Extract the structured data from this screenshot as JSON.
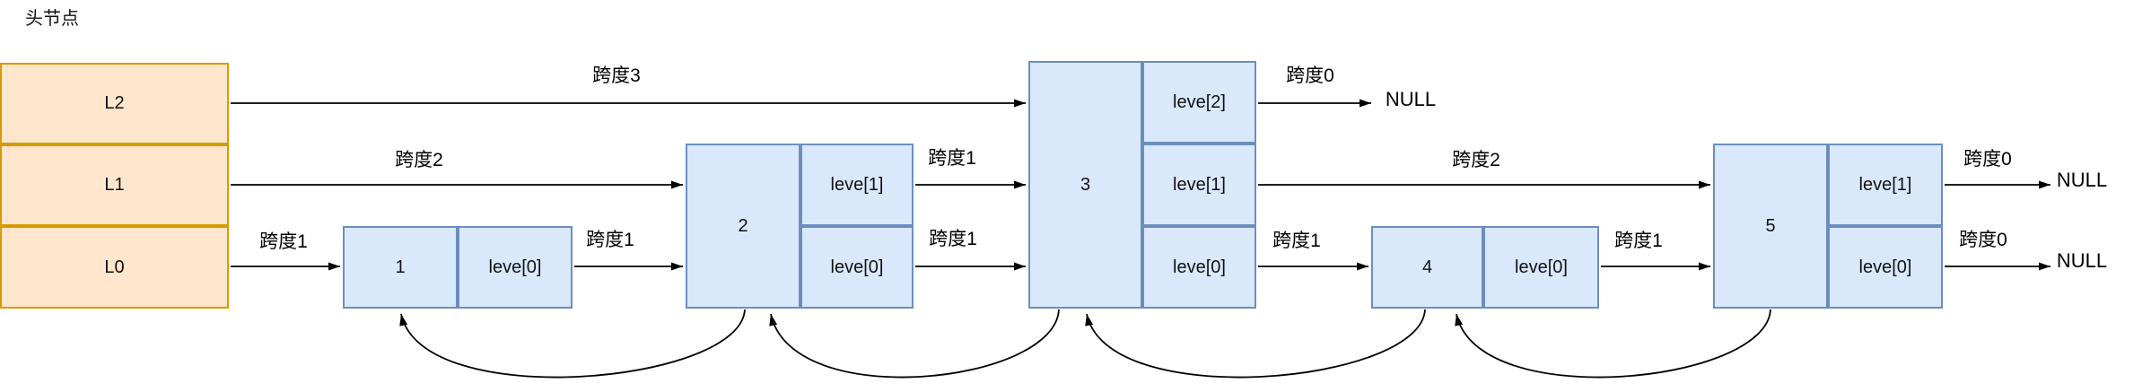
{
  "title": "头节点",
  "colors": {
    "head_fill": "#FFE6CC",
    "head_border": "#D79B00",
    "node_fill": "#DAE8FC",
    "node_border": "#6C8EBF",
    "line": "#000000",
    "background": "#FFFFFF"
  },
  "head": {
    "rows": [
      "L2",
      "L1",
      "L0"
    ]
  },
  "nodes": [
    {
      "key": "1",
      "levels": [
        "leve[0]"
      ]
    },
    {
      "key": "2",
      "levels": [
        "leve[1]",
        "leve[0]"
      ]
    },
    {
      "key": "3",
      "levels": [
        "leve[2]",
        "leve[1]",
        "leve[0]"
      ]
    },
    {
      "key": "4",
      "levels": [
        "leve[0]"
      ]
    },
    {
      "key": "5",
      "levels": [
        "leve[1]",
        "leve[0]"
      ]
    }
  ],
  "arrows": [
    {
      "from": "head L2",
      "to": "node 3",
      "label": "跨度3"
    },
    {
      "from": "head L1",
      "to": "node 2",
      "label": "跨度2"
    },
    {
      "from": "head L0",
      "to": "node 1",
      "label": "跨度1"
    },
    {
      "from": "node 1 leve[0]",
      "to": "node 2",
      "label": "跨度1"
    },
    {
      "from": "node 2 leve[1]",
      "to": "node 3",
      "label": "跨度1"
    },
    {
      "from": "node 2 leve[0]",
      "to": "node 3",
      "label": "跨度1"
    },
    {
      "from": "node 3 leve[2]",
      "to": "NULL",
      "label": "跨度0"
    },
    {
      "from": "node 3 leve[1]",
      "to": "node 5",
      "label": "跨度2"
    },
    {
      "from": "node 3 leve[0]",
      "to": "node 4",
      "label": "跨度1"
    },
    {
      "from": "node 4 leve[0]",
      "to": "node 5",
      "label": "跨度1"
    },
    {
      "from": "node 5 leve[1]",
      "to": "NULL",
      "label": "跨度0"
    },
    {
      "from": "node 5 leve[0]",
      "to": "NULL",
      "label": "跨度0"
    }
  ],
  "null_labels": [
    "NULL",
    "NULL",
    "NULL"
  ],
  "back_pointers": [
    {
      "from": "node 2",
      "to": "node 1"
    },
    {
      "from": "node 3",
      "to": "node 2"
    },
    {
      "from": "node 4",
      "to": "node 3"
    },
    {
      "from": "node 5",
      "to": "node 4"
    }
  ]
}
